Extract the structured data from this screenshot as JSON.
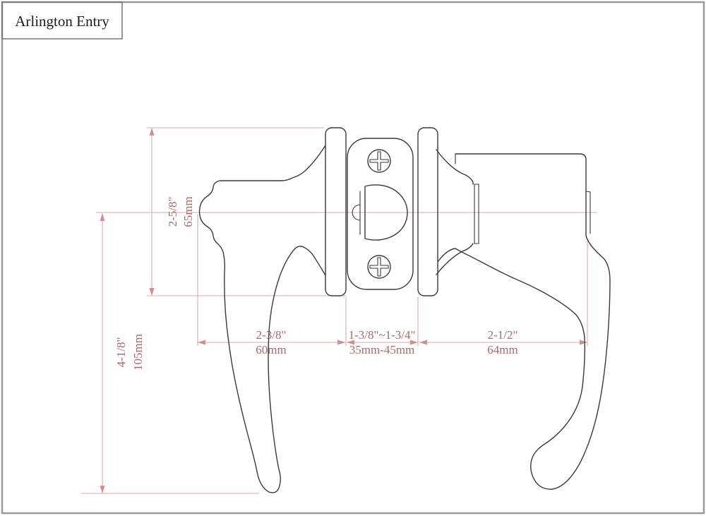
{
  "title_block": {
    "title": "Arlington Entry"
  },
  "drawing": {
    "subject": "Entry door lever handleset - side elevation with latch faceplate front view",
    "dimensions": {
      "rose_diameter": {
        "inches": "2-5/8\"",
        "mm": "65mm"
      },
      "lever_drop": {
        "inches": "4-1/8\"",
        "mm": "105mm"
      },
      "left_projection": {
        "inches": "2-3/8\"",
        "mm": "60mm"
      },
      "door_thickness": {
        "inches": "1-3/8\"~1-3/4\"",
        "mm": "35mm-45mm"
      },
      "right_projection": {
        "inches": "2-1/2\"",
        "mm": "64mm"
      }
    },
    "colors": {
      "outline": "#3a3a3a",
      "dimension_line": "#e2a9a9",
      "dimension_arrow": "#cf8f8f",
      "dimension_text": "#a96a6a",
      "border": "#9a9a9a"
    }
  }
}
